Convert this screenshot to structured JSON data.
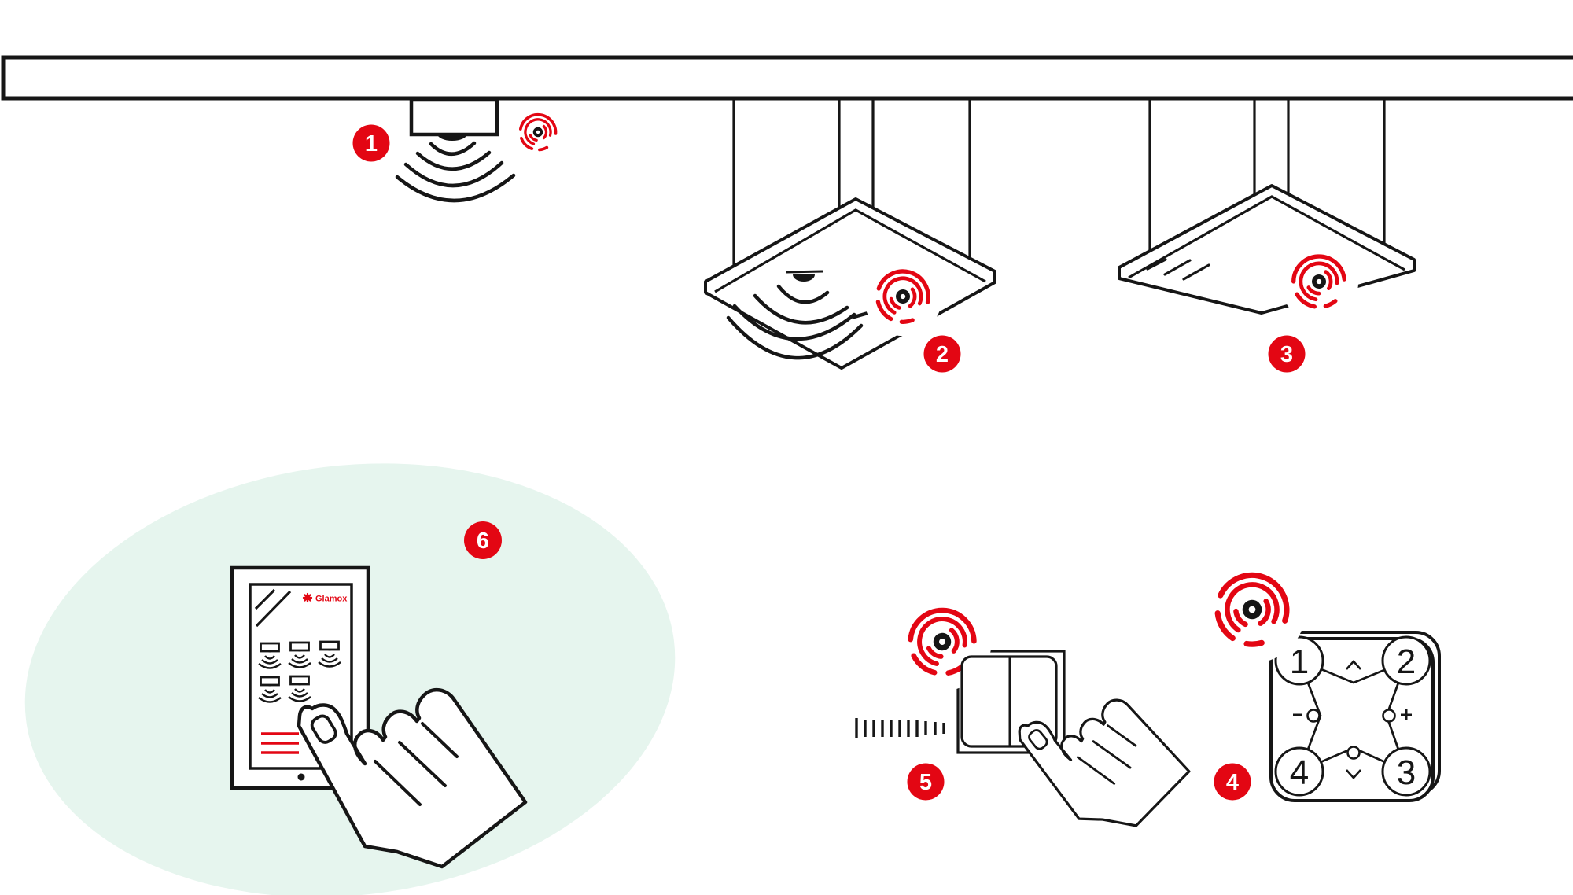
{
  "palette": {
    "red": "#e30613",
    "ink": "#161616",
    "mint": "#e6f5ee",
    "white": "#ffffff"
  },
  "badges": [
    "1",
    "2",
    "3",
    "4",
    "5",
    "6"
  ],
  "remote": {
    "buttons": [
      "1",
      "2",
      "3",
      "4"
    ]
  },
  "tablet": {
    "brand": "Glamox",
    "sensor_icon_rows": [
      3,
      2
    ]
  },
  "icons": {
    "signal": "radio-signal-waves",
    "motion": "motion-waves",
    "up": "chevron-up",
    "down": "chevron-down",
    "plus": "plus",
    "minus": "minus",
    "logo": "glamox-sun-logo"
  }
}
